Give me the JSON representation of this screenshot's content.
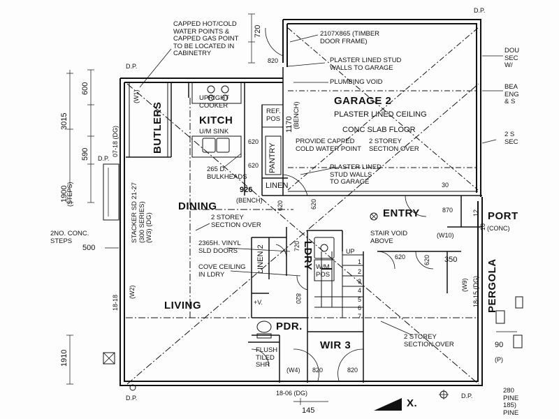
{
  "rooms": {
    "garage": "GARAGE 2",
    "garage_ceiling": "PLASTER LINED CEILING",
    "garage_floor": "CONC SLAB FLOOR",
    "kitchen": "KITCH",
    "butlers": "BUTLERS",
    "dining": "DINING",
    "living": "LIVING",
    "entry": "ENTRY",
    "pdr": "PDR.",
    "wir": "WIR 3",
    "ldry": "LDRY",
    "pantry": "PANTRY",
    "linen": "LINEN",
    "linen2": "LINEN 2",
    "port": "PORT",
    "conc": "(CONC)",
    "pergola": "PERGOLA"
  },
  "notes": {
    "capped_points": "CAPPED HOT/COLD\nWATER POINTS &\nCAPPED GAS POINT\nTO BE LOCATED IN\nCABINETRY",
    "door_frame": "2107X865 (TIMBER\nDOOR FRAME)",
    "plaster_walls_top": "PLASTER LINED STUD\nWALLS TO GARAGE",
    "plumbing_void": "PLUMBING VOID",
    "upright_cooker": "UPRIGHT\nCOOKER",
    "uw_sink": "U/M SINK",
    "ref_pos": "REF.\nPOS",
    "bench": "(BENCH)",
    "cold_water": "PROVIDE CAPPED\nCOLD WATER POINT",
    "two_storey_section": "2 STOREY\nSECTION OVER",
    "bulkheads": "265 D.\nBULKHEADS",
    "plaster_walls_mid": "PLASTER LINED\nSTUD WALLS\nTO GARAGE",
    "stacker": "STACKER SD 21-27\n(300 SERIES)\n(W3) (DG)",
    "vinyl_doors": "2365H. VINYL\nSLD DOORS",
    "cove_ceiling": "COVE CEILING\nIN LDRY",
    "stair_void": "STAIR VOID\nABOVE",
    "wm_pos": "W/M\nPOS",
    "up": "UP",
    "two_conc_steps": "2NO. CONC.\nSTEPS",
    "flush_tiled_shr": "FLUSH\nTILED\nSHR",
    "dp": "D.P.",
    "steps": "(STEPS)",
    "dou_sec": "DOU\nSEC\nW/",
    "bea_eng": "BEA\nENG\n& S",
    "two_s": "2 S\nSEC",
    "pine_280": "280\nPINE\n185)\nPINE",
    "x_mark": "X.",
    "vi": "+V.",
    "p_mark": "(P)"
  },
  "dimensions": {
    "d720_top": "720",
    "d820_top": "820",
    "d600": "600",
    "d3015": "3015",
    "d590": "590",
    "d1900": "1900",
    "d500": "500",
    "d1910": "1910",
    "d1170": "1170",
    "d620_a": "620",
    "d620_b": "620",
    "d620_c": "620",
    "d620_d": "620",
    "d620_e": "620",
    "d620_f": "620",
    "d926": "926",
    "d870": "870",
    "d30": "30",
    "d350": "350",
    "d720_mid": "720",
    "d820_ldry": "820",
    "d820_b1": "820",
    "d820_b2": "820",
    "d145": "145",
    "d90": "90",
    "d1218": "12",
    "d18": "18",
    "d18_06": "18-06 (DG)",
    "d18_15": "18-15 (DG)",
    "d18_18": "18-18",
    "d07_18": "07-18 (DG)"
  },
  "windows": {
    "w1": "(W1)",
    "w2": "(W2)",
    "w4": "(W4)",
    "w9": "(W9)",
    "w10": "(W10)"
  },
  "stair_steps": [
    "1",
    "2",
    "3",
    "4",
    "5",
    "6",
    "7"
  ]
}
